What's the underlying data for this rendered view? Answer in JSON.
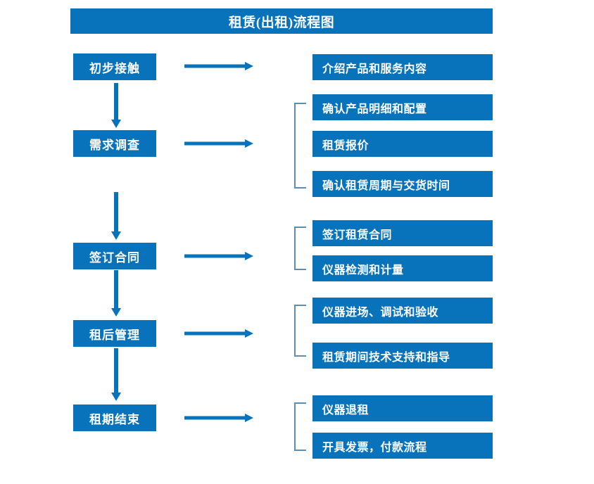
{
  "diagram": {
    "title": "租赁(出租)流程图",
    "colors": {
      "box_fill": "#0873ba",
      "box_text": "#ffffff",
      "arrow": "#0873ba",
      "bracket": "#5e8db0",
      "background": "#ffffff"
    },
    "stages": [
      {
        "label": "初步接触",
        "details": [
          "介绍产品和服务内容"
        ]
      },
      {
        "label": "需求调查",
        "details": [
          "确认产品明细和配置",
          "租赁报价",
          "确认租赁周期与交货时间"
        ]
      },
      {
        "label": "签订合同",
        "details": [
          "签订租赁合同",
          "仪器检测和计量"
        ]
      },
      {
        "label": "租后管理",
        "details": [
          "仪器进场、调试和验收",
          "租赁期间技术支持和指导"
        ]
      },
      {
        "label": "租期结束",
        "details": [
          "仪器退租",
          "开具发票，付款流程"
        ]
      }
    ]
  }
}
